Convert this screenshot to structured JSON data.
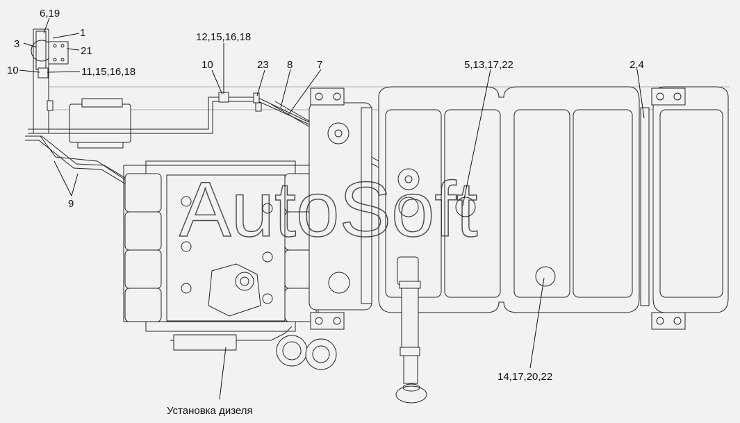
{
  "watermark": "AutoSoft",
  "callouts": {
    "c_6_19": "6,19",
    "c_1": "1",
    "c_3": "3",
    "c_21": "21",
    "c_10a": "10",
    "c_11": "11,15,16,18",
    "c_12": "12,15,16,18",
    "c_10b": "10",
    "c_23": "23",
    "c_8": "8",
    "c_7": "7",
    "c_5": "5,13,17,22",
    "c_2_4": "2,4",
    "c_9": "9",
    "c_14": "14,17,20,22"
  },
  "engine_label": "Установка дизеля",
  "colors": {
    "background": "#f2f2f2",
    "line": "#222222"
  }
}
